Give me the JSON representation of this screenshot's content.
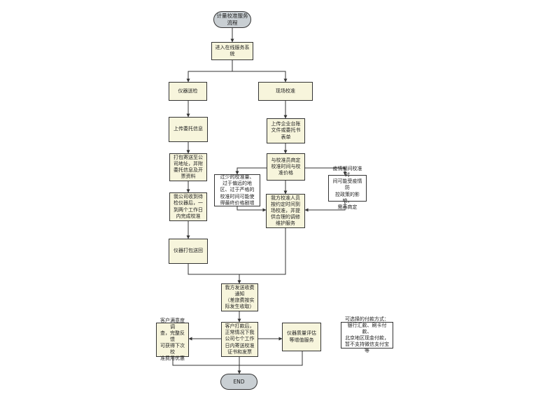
{
  "nodes": {
    "start": "计量校准服务\n流程",
    "enter_system": "进入在线服务系\n统",
    "send_instrument": "仪器送检",
    "onsite_calibration": "现场校准",
    "upload_commission": "上传委托信息",
    "pack_send": "打包寄送至公\n司地址，并附\n委托信息及开\n票资料",
    "receive_calibrate": "我公司收到待\n检仪器后，一\n到两个工作日\n内完成校准",
    "pack_return": "仪器打包送回",
    "upload_ledger": "上传企业台账\n文件或委托书\n表单",
    "negotiate_time": "与校准员商定\n校准时间与校\n准价格",
    "remote_note": "过少的校准量、\n过于偏远的地\n区、过于严格的\n校准时间可能使\n得最终价格剧增",
    "epidemic_note": "疫情期间校准时\n间可能受疫情防\n控政策的影响，\n需再商定",
    "staff_service": "我方校准人员\n按约定时间到\n场校准，并提\n供合理的调修\n维护服务",
    "fee_notice": "我方发送收费\n通知\n（差旅费按实\n际发生收取）",
    "payment": "客户打款后，\n正常情况下我\n公司七个工作\n日内寄送校准\n证书和发票",
    "survey": "客户满意度调\n查，完整反馈\n可获得下次校\n准费用优惠",
    "quality_eval": "仪器质量评估\n等增值服务",
    "pay_methods": "可选择的付款方式：\n银行汇款、刷卡付款、\n北京地区现金付款，\n暂不支持微信支付宝等",
    "end": "END"
  },
  "colors": {
    "box": "#f7f5dc",
    "terminal": "#c9cfd3",
    "line": "#333333"
  }
}
